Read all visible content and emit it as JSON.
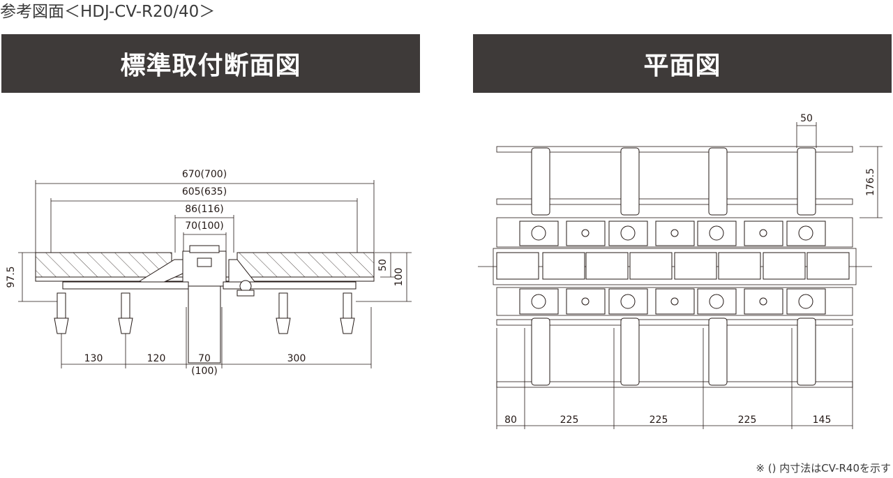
{
  "page": {
    "heading": "参考図面＜HDJ-CV-R20/40＞",
    "footnote": "※ () 内寸法はCV-R40を示す"
  },
  "section": {
    "title": "標準取付断面図",
    "dims": {
      "overall": "670(700)",
      "inner": "605(635)",
      "slot_outer": "86(116)",
      "slot_inner": "70(100)",
      "height_left": "97.5",
      "height_right_small": "50",
      "height_right_big": "100",
      "pitch_1": "130",
      "pitch_2": "120",
      "pitch_3": "70",
      "pitch_3_alt": "(100)",
      "pitch_4": "300"
    }
  },
  "plan": {
    "title": "平面図",
    "dims": {
      "top_width": "50",
      "right_height": "176.5",
      "bottom_1": "80",
      "bottom_2": "225",
      "bottom_3": "225",
      "bottom_4": "225",
      "bottom_5": "145"
    }
  },
  "colors": {
    "header_bg": "#3e3a39",
    "header_text": "#ffffff",
    "line": "#231815"
  }
}
